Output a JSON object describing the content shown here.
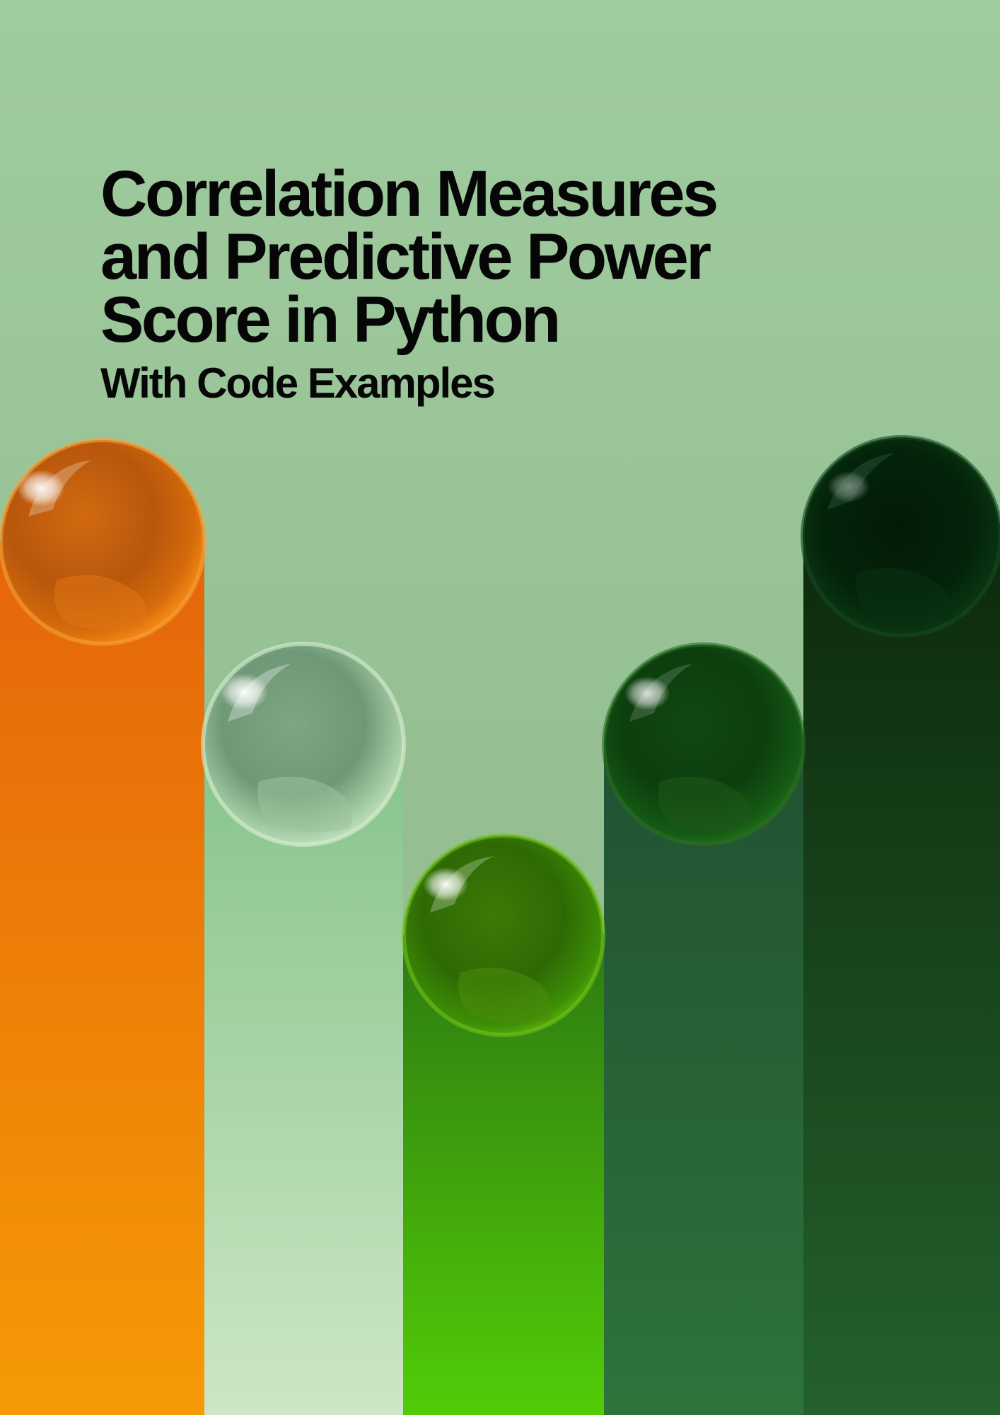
{
  "cover": {
    "title_lines": [
      "Correlation Measures",
      "and Predictive Power",
      "Score in Python"
    ],
    "subtitle": "With Code Examples"
  },
  "illustration": {
    "bars": [
      {
        "name": "orange",
        "top_color": "#e5650a",
        "bottom_color": "#f59a06"
      },
      {
        "name": "pale-green",
        "top_color": "#86c48a",
        "bottom_color": "#cde6c6"
      },
      {
        "name": "bright-green",
        "top_color": "#2d7a12",
        "bottom_color": "#52cc07"
      },
      {
        "name": "mid-green",
        "top_color": "#215232",
        "bottom_color": "#2e733c"
      },
      {
        "name": "dark-green",
        "top_color": "#0d2a0c",
        "bottom_color": "#24612e"
      }
    ]
  }
}
